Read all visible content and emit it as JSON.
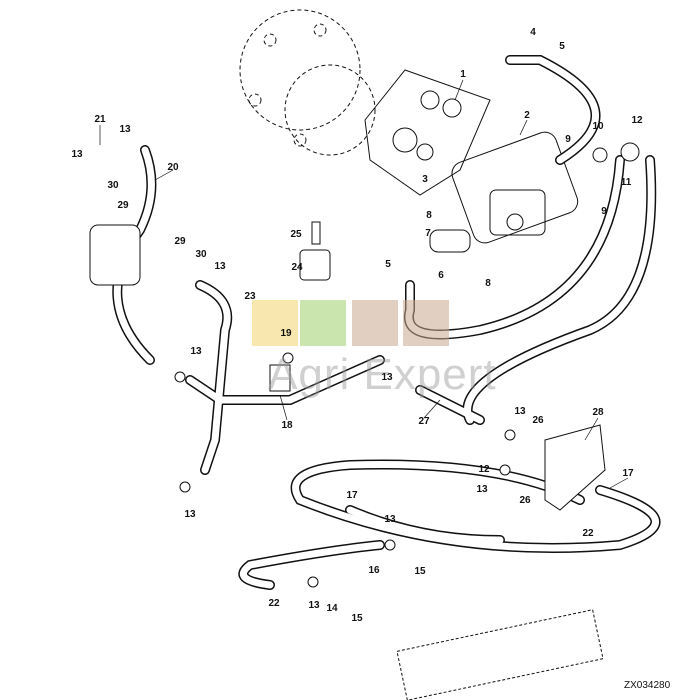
{
  "diagram": {
    "figure_code": "ZX034280",
    "watermark": "Agri Expert",
    "watermark_colors": [
      "#f2d36b",
      "#9fcf6b",
      "#c9a88f",
      "#c9a88f"
    ],
    "callouts": [
      {
        "id": "c1",
        "text": "1"
      },
      {
        "id": "c2",
        "text": "2"
      },
      {
        "id": "c3",
        "text": "3"
      },
      {
        "id": "c4",
        "text": "4"
      },
      {
        "id": "c5a",
        "text": "5"
      },
      {
        "id": "c5b",
        "text": "5"
      },
      {
        "id": "c6",
        "text": "6"
      },
      {
        "id": "c7",
        "text": "7"
      },
      {
        "id": "c8a",
        "text": "8"
      },
      {
        "id": "c8b",
        "text": "8"
      },
      {
        "id": "c9a",
        "text": "9"
      },
      {
        "id": "c9b",
        "text": "9"
      },
      {
        "id": "c10",
        "text": "10"
      },
      {
        "id": "c11",
        "text": "11"
      },
      {
        "id": "c12a",
        "text": "12"
      },
      {
        "id": "c12b",
        "text": "12"
      },
      {
        "id": "c13a",
        "text": "13"
      },
      {
        "id": "c13b",
        "text": "13"
      },
      {
        "id": "c13c",
        "text": "13"
      },
      {
        "id": "c13d",
        "text": "13"
      },
      {
        "id": "c13e",
        "text": "13"
      },
      {
        "id": "c13f",
        "text": "13"
      },
      {
        "id": "c13g",
        "text": "13"
      },
      {
        "id": "c13h",
        "text": "13"
      },
      {
        "id": "c13i",
        "text": "13"
      },
      {
        "id": "c13j",
        "text": "13"
      },
      {
        "id": "c14",
        "text": "14"
      },
      {
        "id": "c15a",
        "text": "15"
      },
      {
        "id": "c15b",
        "text": "15"
      },
      {
        "id": "c16",
        "text": "16"
      },
      {
        "id": "c17a",
        "text": "17"
      },
      {
        "id": "c17b",
        "text": "17"
      },
      {
        "id": "c18",
        "text": "18"
      },
      {
        "id": "c19",
        "text": "19"
      },
      {
        "id": "c20",
        "text": "20"
      },
      {
        "id": "c21",
        "text": "21"
      },
      {
        "id": "c22a",
        "text": "22"
      },
      {
        "id": "c22b",
        "text": "22"
      },
      {
        "id": "c23",
        "text": "23"
      },
      {
        "id": "c24",
        "text": "24"
      },
      {
        "id": "c25",
        "text": "25"
      },
      {
        "id": "c26a",
        "text": "26"
      },
      {
        "id": "c26b",
        "text": "26"
      },
      {
        "id": "c27",
        "text": "27"
      },
      {
        "id": "c28",
        "text": "28"
      },
      {
        "id": "c29a",
        "text": "29"
      },
      {
        "id": "c29b",
        "text": "29"
      },
      {
        "id": "c30a",
        "text": "30"
      },
      {
        "id": "c30b",
        "text": "30"
      }
    ]
  }
}
